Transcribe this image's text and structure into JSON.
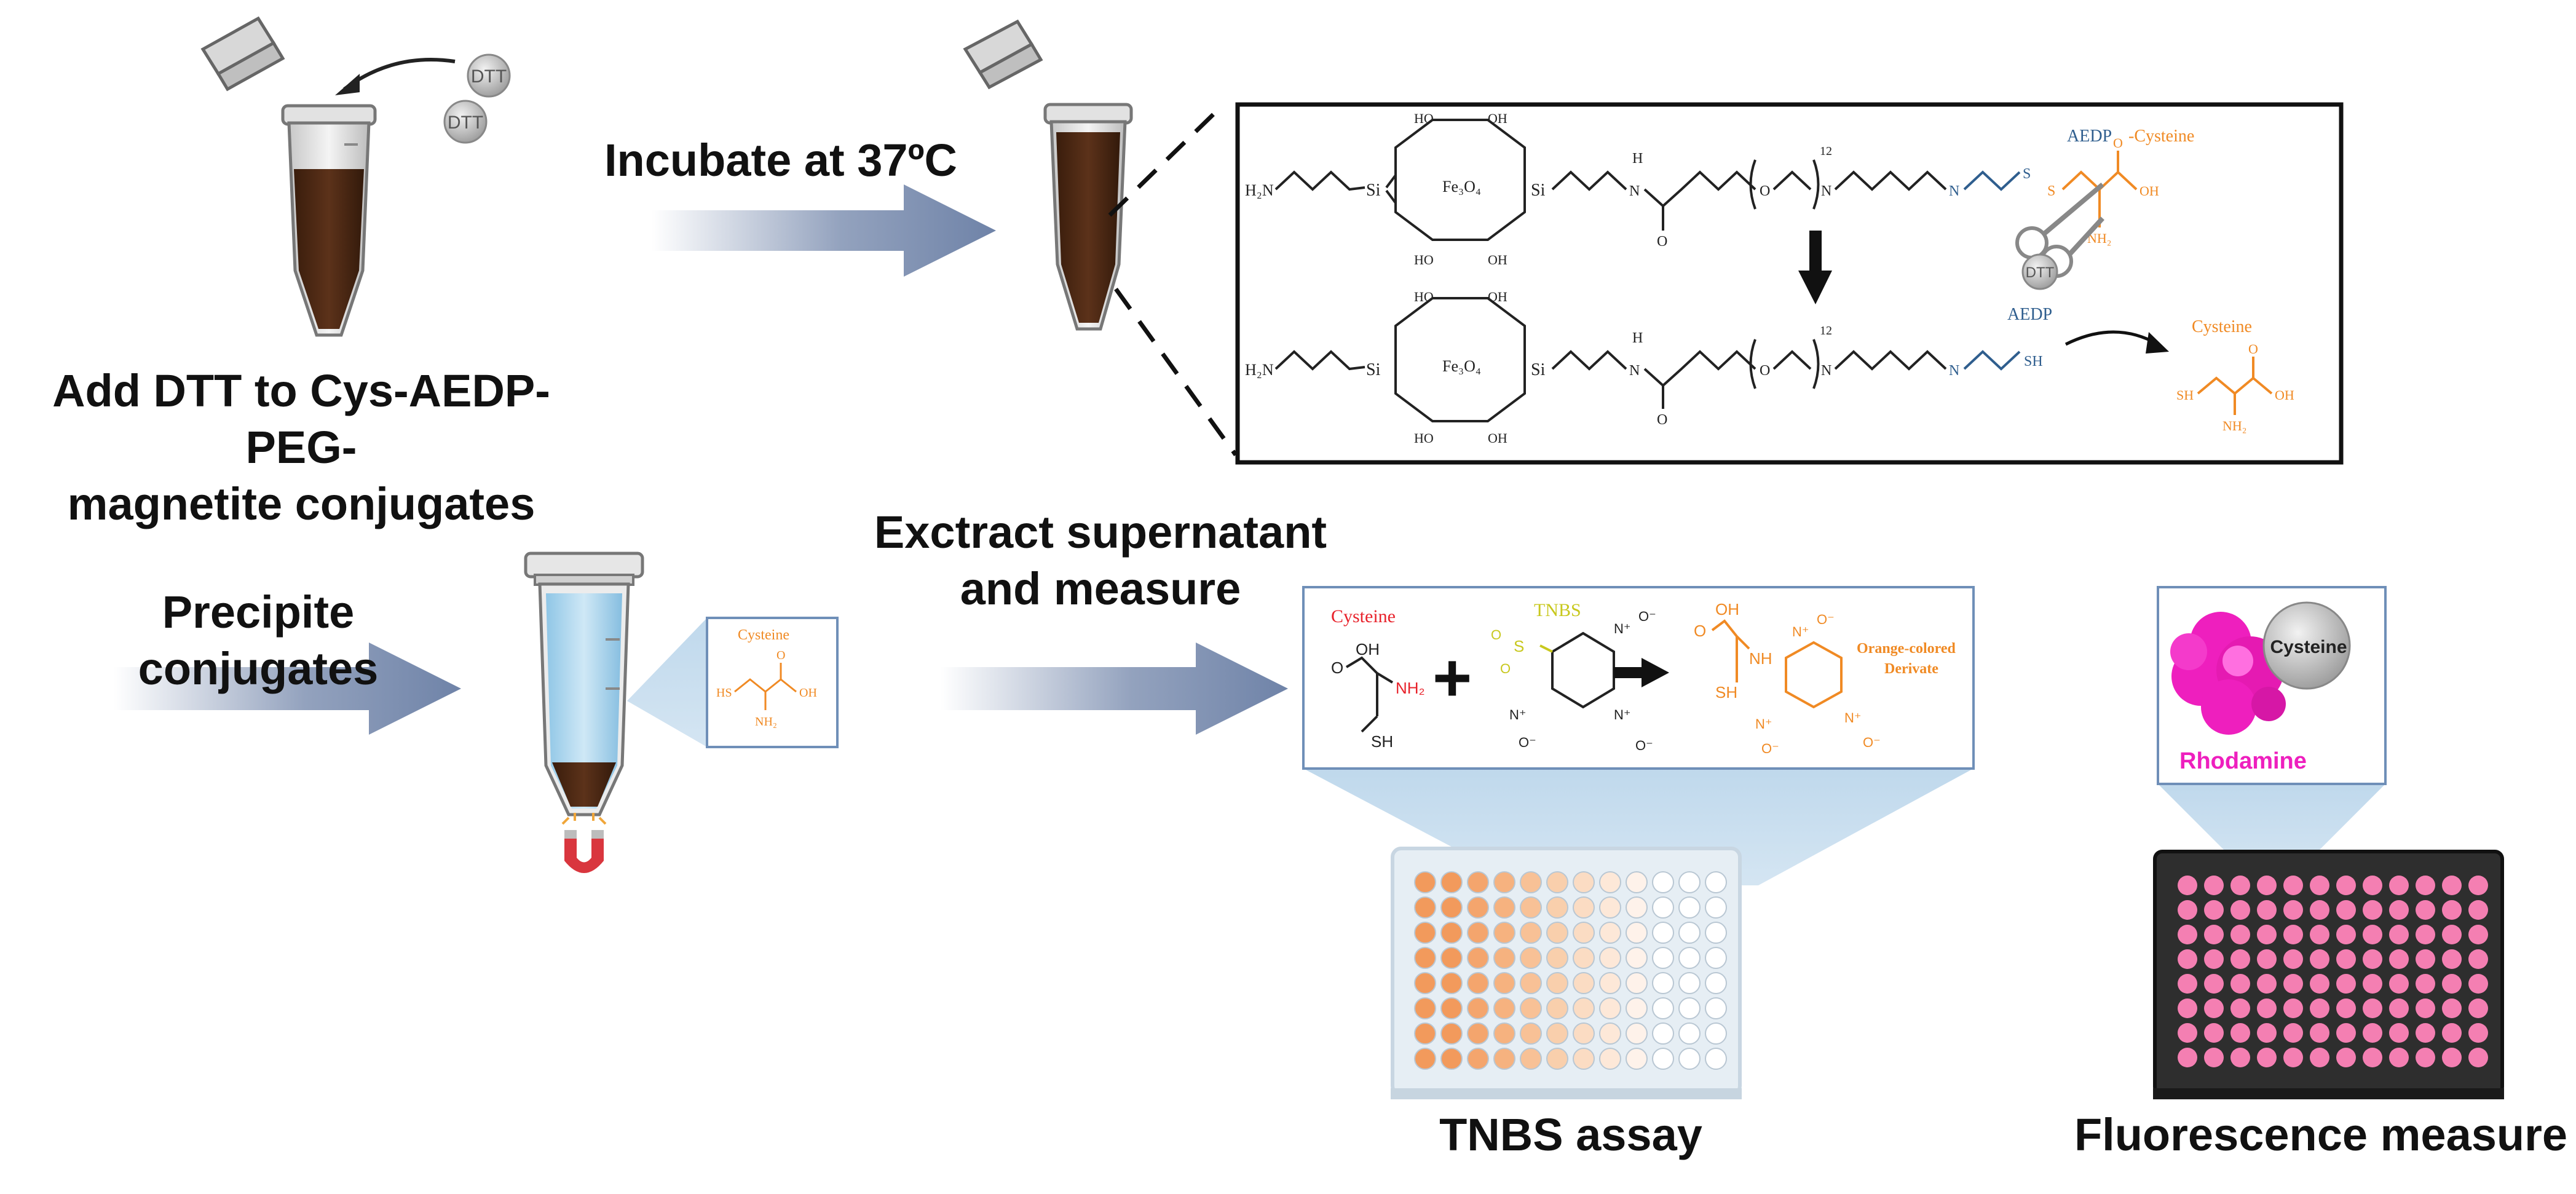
{
  "steps": {
    "add_dtt": "Add DTT to Cys-AEDP-PEG-magnetite conjugates",
    "add_dtt_line1": "Add DTT to Cys-AEDP-PEG-",
    "add_dtt_line2": "magnetite conjugates",
    "incubate": "Incubate at 37ºC",
    "precipitate": "Precipite conjugates",
    "extract_line1": "Exctract supernatant",
    "extract_line2": "and measure",
    "tnbs_assay": "TNBS assay",
    "fluorescence": "Fluorescence measure"
  },
  "tube_labels": {
    "dtt_1": "DTT",
    "dtt_2": "DTT"
  },
  "reaction_box": {
    "h2n": "H₂N",
    "si": "Si",
    "o": "O",
    "oh": "OH",
    "ho": "HO",
    "fe3o4": "Fe₃O₄",
    "h": "H",
    "n": "N",
    "repeat": "12",
    "s": "S",
    "sh": "SH",
    "nh2": "NH₂",
    "aedp_cysteine_a": "AEDP",
    "aedp_cysteine_b": "-Cysteine",
    "aedp": "AEDP",
    "cysteine": "Cysteine",
    "dtt": "DTT"
  },
  "cysteine_inset": {
    "title": "Cysteine",
    "sh": "HS",
    "oh": "OH",
    "o": "O",
    "nh2": "NH₂"
  },
  "tnbs_box": {
    "cysteine": "Cysteine",
    "tnbs": "TNBS",
    "plus": "+",
    "oh": "OH",
    "o": "O",
    "nh2": "NH₂",
    "sh": "SH",
    "nh": "NH",
    "s": "S",
    "o_minus": "O⁻",
    "n_plus": "N⁺",
    "product_line1": "Orange-colored",
    "product_line2": "Derivate"
  },
  "rhodamine_box": {
    "cysteine": "Cysteine",
    "rhodamine": "Rhodamine"
  },
  "colors": {
    "arrow": "#6f83a8",
    "tube_brown": "#4a2816",
    "aedp_blue": "#2f5e8e",
    "cysteine_orange": "#f08a24",
    "cysteine_red": "#e8222b",
    "tnbs_yellow": "#c8c81e",
    "plate_orange": "#f4a268",
    "plate_pink": "#f47fb2",
    "rhodamine_magenta": "#ee1fbe",
    "light_blue_panel": "#b8d4ea"
  }
}
